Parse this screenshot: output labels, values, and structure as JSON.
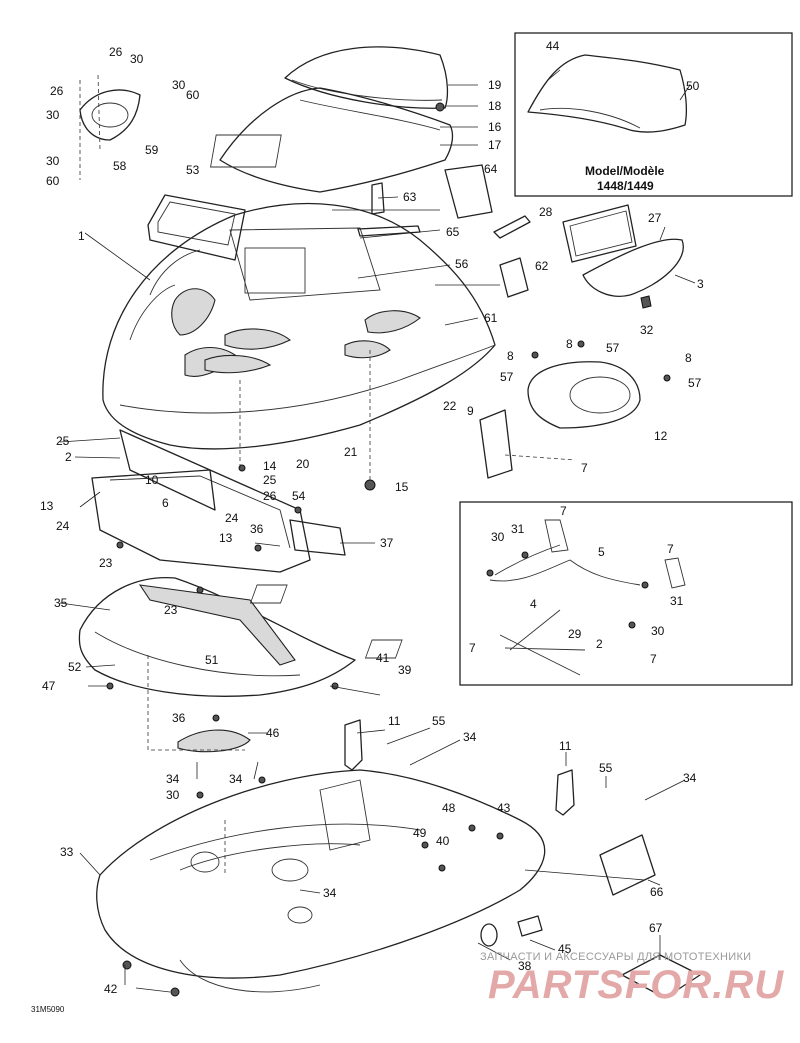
{
  "diagram": {
    "code": "31M5090",
    "model_label": "Model/Modèle",
    "model_numbers": "1448/1449",
    "watermark_line1": "ЗАПЧАСТИ И АКСЕССУАРЫ ДЛЯ МОТОТЕХНИКИ",
    "watermark_line2": "PARTSFOR.RU"
  },
  "callouts": [
    {
      "id": "c1",
      "text": "26"
    },
    {
      "id": "c2",
      "text": "30"
    },
    {
      "id": "c3",
      "text": "26"
    },
    {
      "id": "c4",
      "text": "30"
    },
    {
      "id": "c5",
      "text": "60"
    },
    {
      "id": "c6",
      "text": "30"
    },
    {
      "id": "c7",
      "text": "59"
    },
    {
      "id": "c8",
      "text": "30"
    },
    {
      "id": "c9",
      "text": "60"
    },
    {
      "id": "c10",
      "text": "58"
    },
    {
      "id": "c11",
      "text": "19"
    },
    {
      "id": "c12",
      "text": "18"
    },
    {
      "id": "c13",
      "text": "16"
    },
    {
      "id": "c14",
      "text": "17"
    },
    {
      "id": "c15",
      "text": "64"
    },
    {
      "id": "c16",
      "text": "53"
    },
    {
      "id": "c17",
      "text": "63"
    },
    {
      "id": "c18",
      "text": "28"
    },
    {
      "id": "c19",
      "text": "27"
    },
    {
      "id": "c20",
      "text": "65"
    },
    {
      "id": "c21",
      "text": "1"
    },
    {
      "id": "c22",
      "text": "56"
    },
    {
      "id": "c23",
      "text": "62"
    },
    {
      "id": "c24",
      "text": "3"
    },
    {
      "id": "c25",
      "text": "32"
    },
    {
      "id": "c26",
      "text": "61"
    },
    {
      "id": "c27",
      "text": "8"
    },
    {
      "id": "c28",
      "text": "8"
    },
    {
      "id": "c29",
      "text": "57"
    },
    {
      "id": "c30",
      "text": "8"
    },
    {
      "id": "c31",
      "text": "57"
    },
    {
      "id": "c32",
      "text": "57"
    },
    {
      "id": "c33",
      "text": "9"
    },
    {
      "id": "c34",
      "text": "22"
    },
    {
      "id": "c35",
      "text": "12"
    },
    {
      "id": "c36",
      "text": "25"
    },
    {
      "id": "c37",
      "text": "2"
    },
    {
      "id": "c38",
      "text": "14"
    },
    {
      "id": "c39",
      "text": "20"
    },
    {
      "id": "c40",
      "text": "21"
    },
    {
      "id": "c41",
      "text": "7"
    },
    {
      "id": "c42",
      "text": "10"
    },
    {
      "id": "c43",
      "text": "25"
    },
    {
      "id": "c44",
      "text": "15"
    },
    {
      "id": "c45",
      "text": "26"
    },
    {
      "id": "c46",
      "text": "13"
    },
    {
      "id": "c47",
      "text": "6"
    },
    {
      "id": "c48",
      "text": "54"
    },
    {
      "id": "c49",
      "text": "24"
    },
    {
      "id": "c50",
      "text": "24"
    },
    {
      "id": "c51",
      "text": "36"
    },
    {
      "id": "c52",
      "text": "37"
    },
    {
      "id": "c53",
      "text": "13"
    },
    {
      "id": "c54",
      "text": "23"
    },
    {
      "id": "c55",
      "text": "35"
    },
    {
      "id": "c56",
      "text": "23"
    },
    {
      "id": "c57",
      "text": "51"
    },
    {
      "id": "c58",
      "text": "52"
    },
    {
      "id": "c59",
      "text": "41"
    },
    {
      "id": "c60",
      "text": "39"
    },
    {
      "id": "c61",
      "text": "47"
    },
    {
      "id": "c62",
      "text": "36"
    },
    {
      "id": "c63",
      "text": "46"
    },
    {
      "id": "c64",
      "text": "11"
    },
    {
      "id": "c65",
      "text": "55"
    },
    {
      "id": "c66",
      "text": "34"
    },
    {
      "id": "c67",
      "text": "34"
    },
    {
      "id": "c68",
      "text": "34"
    },
    {
      "id": "c69",
      "text": "30"
    },
    {
      "id": "c70",
      "text": "11"
    },
    {
      "id": "c71",
      "text": "55"
    },
    {
      "id": "c72",
      "text": "34"
    },
    {
      "id": "c73",
      "text": "48"
    },
    {
      "id": "c74",
      "text": "43"
    },
    {
      "id": "c75",
      "text": "49"
    },
    {
      "id": "c76",
      "text": "40"
    },
    {
      "id": "c77",
      "text": "33"
    },
    {
      "id": "c78",
      "text": "34"
    },
    {
      "id": "c79",
      "text": "66"
    },
    {
      "id": "c80",
      "text": "45"
    },
    {
      "id": "c81",
      "text": "38"
    },
    {
      "id": "c82",
      "text": "67"
    },
    {
      "id": "c83",
      "text": "42"
    }
  ],
  "inset_model": {
    "callouts": [
      {
        "id": "m1",
        "text": "44"
      },
      {
        "id": "m2",
        "text": "50"
      }
    ]
  },
  "inset_cable": {
    "callouts": [
      {
        "id": "k1",
        "text": "7"
      },
      {
        "id": "k2",
        "text": "31"
      },
      {
        "id": "k3",
        "text": "30"
      },
      {
        "id": "k4",
        "text": "5"
      },
      {
        "id": "k5",
        "text": "7"
      },
      {
        "id": "k6",
        "text": "31"
      },
      {
        "id": "k7",
        "text": "4"
      },
      {
        "id": "k8",
        "text": "30"
      },
      {
        "id": "k9",
        "text": "29"
      },
      {
        "id": "k10",
        "text": "2"
      },
      {
        "id": "k11",
        "text": "7"
      },
      {
        "id": "k12",
        "text": "7"
      }
    ]
  }
}
